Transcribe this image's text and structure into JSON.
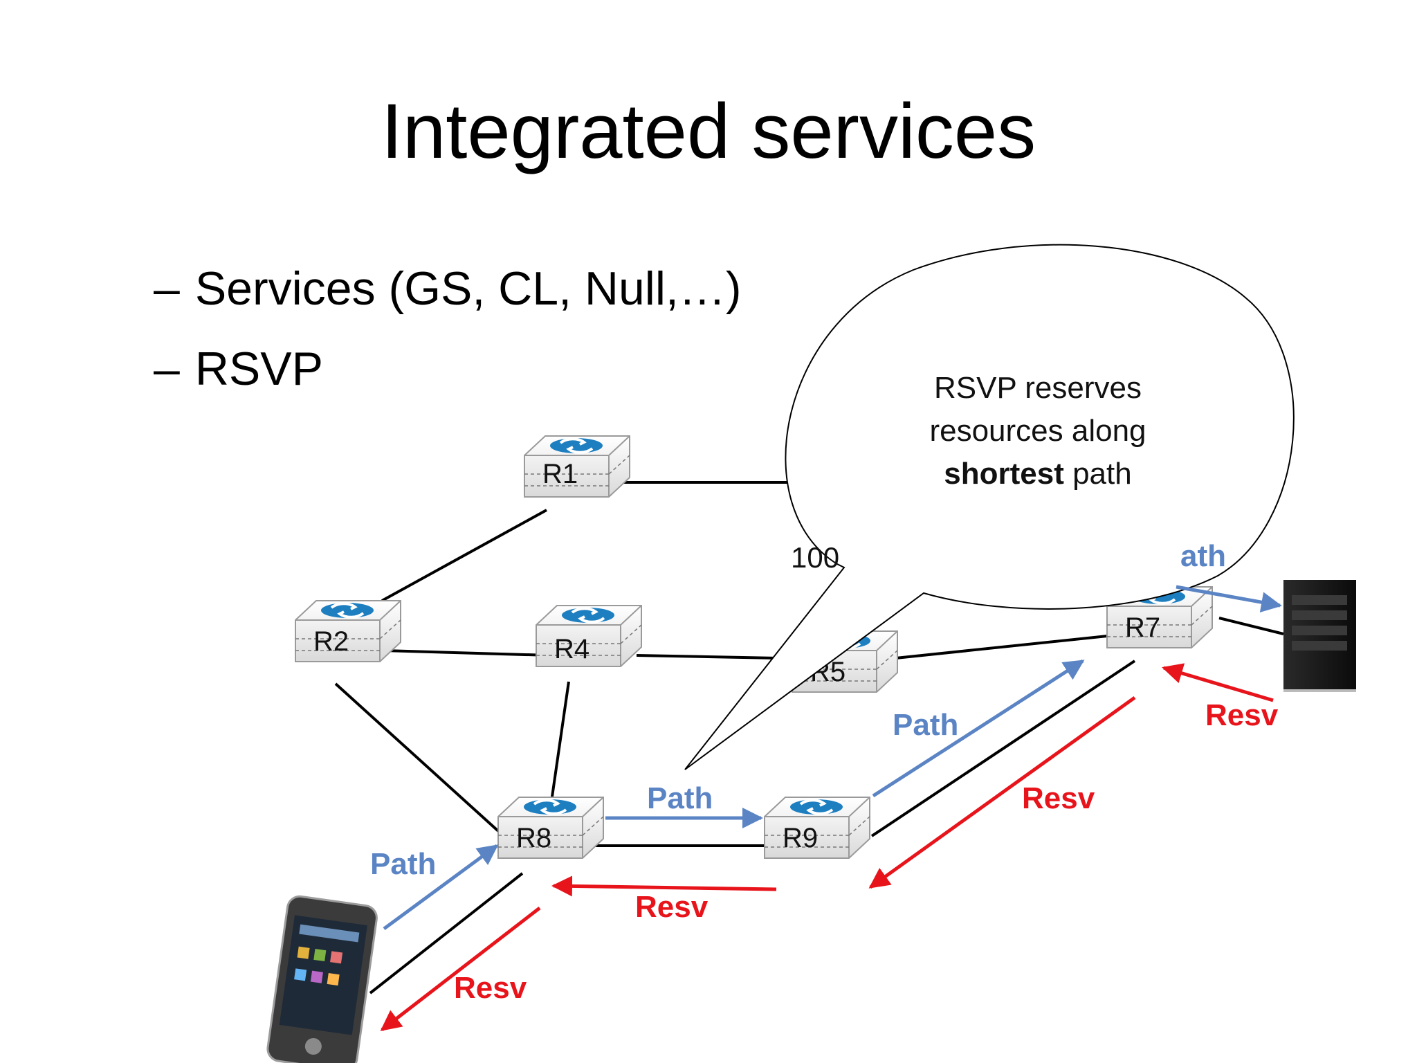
{
  "title": "Integrated services",
  "bullets": [
    {
      "dash": "–",
      "text": "Services (GS, CL, Null,…)"
    },
    {
      "dash": "–",
      "text": "RSVP"
    }
  ],
  "routers": [
    {
      "id": "R1",
      "label": "R1"
    },
    {
      "id": "R2",
      "label": "R2"
    },
    {
      "id": "R4",
      "label": "R4"
    },
    {
      "id": "R5",
      "label": "R5"
    },
    {
      "id": "R7",
      "label": "R7"
    },
    {
      "id": "R8",
      "label": "R8"
    },
    {
      "id": "R9",
      "label": "R9"
    }
  ],
  "link_weight": "100",
  "message_labels": {
    "path": "Path",
    "resv": "Resv"
  },
  "callout": {
    "line1": "RSVP reserves",
    "line2": "resources along",
    "bold": "shortest",
    "after_bold": " path"
  },
  "colors": {
    "path_arrow": "#5b84c4",
    "resv_arrow": "#e8141b",
    "link": "#000000"
  },
  "icons": {
    "router": "router-icon",
    "phone": "smartphone-icon",
    "server": "server-icon"
  }
}
